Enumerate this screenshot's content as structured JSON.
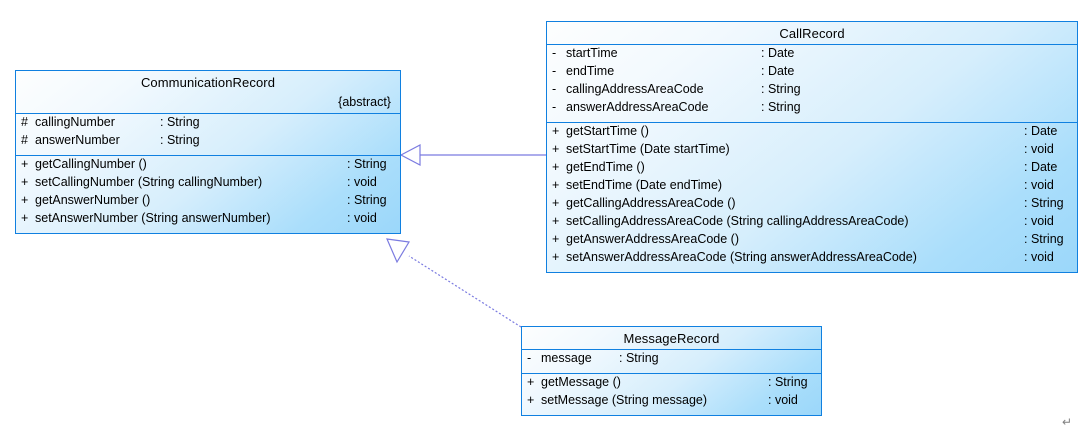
{
  "diagram": {
    "type": "uml-class-diagram",
    "colors": {
      "border": "#1080e0",
      "fill_light": "#fdfefe",
      "fill_dark": "#9bd7fa",
      "connector": "#7b7be0",
      "text": "#000000",
      "mark": "#808080"
    },
    "classes": [
      {
        "id": "communication-record",
        "name": "CommunicationRecord",
        "stereotype": "{abstract}",
        "attributes": [
          {
            "visibility": "#",
            "name": "callingNumber",
            "type": ": String"
          },
          {
            "visibility": "#",
            "name": "answerNumber",
            "type": ": String"
          }
        ],
        "operations": [
          {
            "visibility": "+",
            "name": "getCallingNumber ()",
            "type": ": String"
          },
          {
            "visibility": "+",
            "name": "setCallingNumber (String callingNumber)",
            "type": ": void"
          },
          {
            "visibility": "+",
            "name": "getAnswerNumber ()",
            "type": ": String"
          },
          {
            "visibility": "+",
            "name": "setAnswerNumber (String answerNumber)",
            "type": ": void"
          }
        ]
      },
      {
        "id": "call-record",
        "name": "CallRecord",
        "stereotype": "",
        "attributes": [
          {
            "visibility": "-",
            "name": "startTime",
            "type": ": Date"
          },
          {
            "visibility": "-",
            "name": "endTime",
            "type": ": Date"
          },
          {
            "visibility": "-",
            "name": "callingAddressAreaCode",
            "type": ": String"
          },
          {
            "visibility": "-",
            "name": "answerAddressAreaCode",
            "type": ": String"
          }
        ],
        "operations": [
          {
            "visibility": "+",
            "name": "getStartTime ()",
            "type": ": Date"
          },
          {
            "visibility": "+",
            "name": "setStartTime (Date startTime)",
            "type": ": void"
          },
          {
            "visibility": "+",
            "name": "getEndTime ()",
            "type": ": Date"
          },
          {
            "visibility": "+",
            "name": "setEndTime (Date endTime)",
            "type": ": void"
          },
          {
            "visibility": "+",
            "name": "getCallingAddressAreaCode ()",
            "type": ": String"
          },
          {
            "visibility": "+",
            "name": "setCallingAddressAreaCode (String callingAddressAreaCode)",
            "type": ": void"
          },
          {
            "visibility": "+",
            "name": "getAnswerAddressAreaCode ()",
            "type": ": String"
          },
          {
            "visibility": "+",
            "name": "setAnswerAddressAreaCode (String answerAddressAreaCode)",
            "type": ": void"
          }
        ]
      },
      {
        "id": "message-record",
        "name": "MessageRecord",
        "stereotype": "",
        "attributes": [
          {
            "visibility": "-",
            "name": "message",
            "type": ": String"
          }
        ],
        "operations": [
          {
            "visibility": "+",
            "name": "getMessage ()",
            "type": ": String"
          },
          {
            "visibility": "+",
            "name": "setMessage (String message)",
            "type": ": void"
          }
        ]
      }
    ],
    "relationships": [
      {
        "kind": "generalization",
        "from": "CallRecord",
        "to": "CommunicationRecord",
        "style": "solid"
      },
      {
        "kind": "generalization",
        "from": "MessageRecord",
        "to": "CommunicationRecord",
        "style": "dashed"
      }
    ],
    "marks": {
      "paragraph_return": "↵"
    }
  }
}
